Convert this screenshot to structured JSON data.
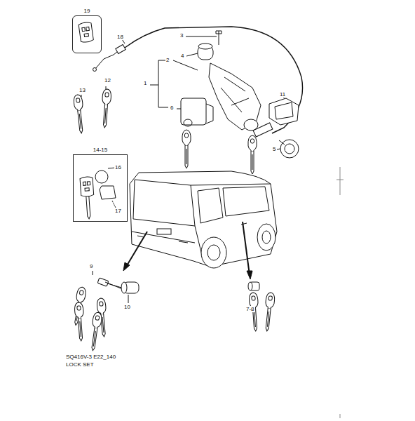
{
  "diagram": {
    "nodes": [
      {
        "text": [
          "19"
        ]
      },
      {
        "text": [
          "14-15"
        ]
      }
    ],
    "edges": [],
    "labels": [
      "1",
      "2",
      "3",
      "4",
      "5",
      "6",
      "7-8",
      "9",
      "10",
      "11",
      "12",
      "13",
      "16",
      "17",
      "18",
      "SQ416V-3 E22_140",
      "LOCK SET"
    ]
  }
}
